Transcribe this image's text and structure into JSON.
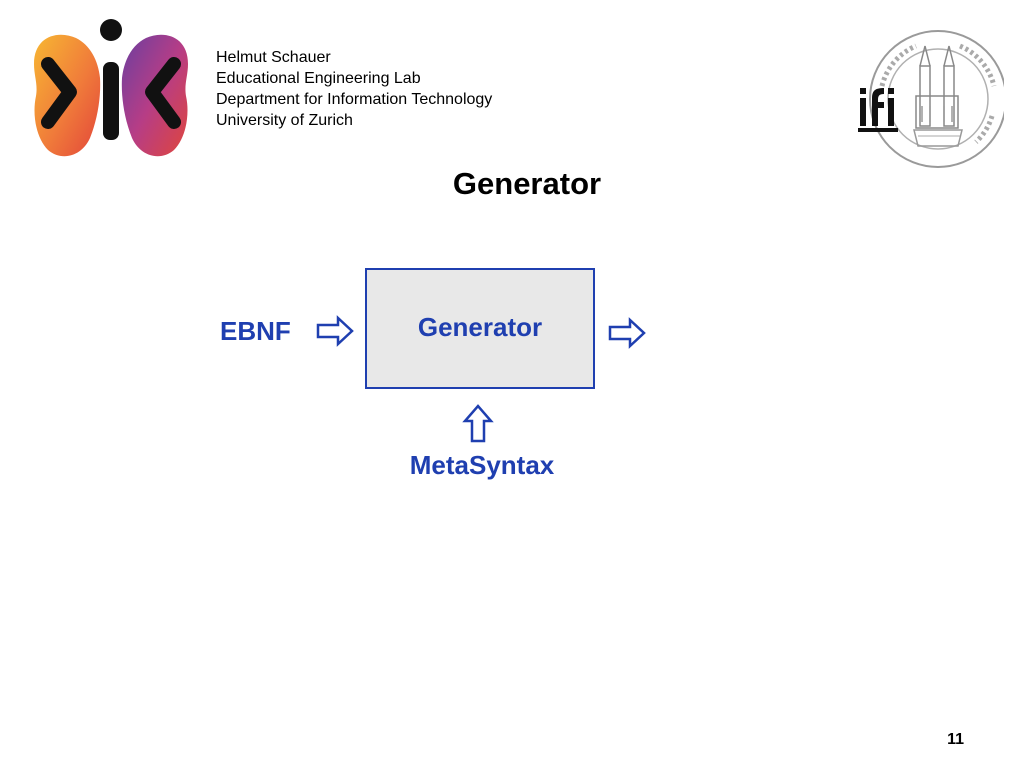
{
  "header": {
    "author_lines": [
      "Helmut Schauer",
      "Educational Engineering Lab",
      "Department for Information Technology",
      "University of Zurich"
    ],
    "logo_left": {
      "icon": "butterfly-logo-icon"
    },
    "logo_right": {
      "icon": "university-seal-icon",
      "lettering": "ifi"
    }
  },
  "slide": {
    "title": "Generator",
    "number": "11"
  },
  "diagram": {
    "box_label": "Generator",
    "input_label": "EBNF",
    "meta_label": "MetaSyntax",
    "colors": {
      "accent": "#1f3fb0",
      "box_fill": "#e8e8e8"
    }
  }
}
